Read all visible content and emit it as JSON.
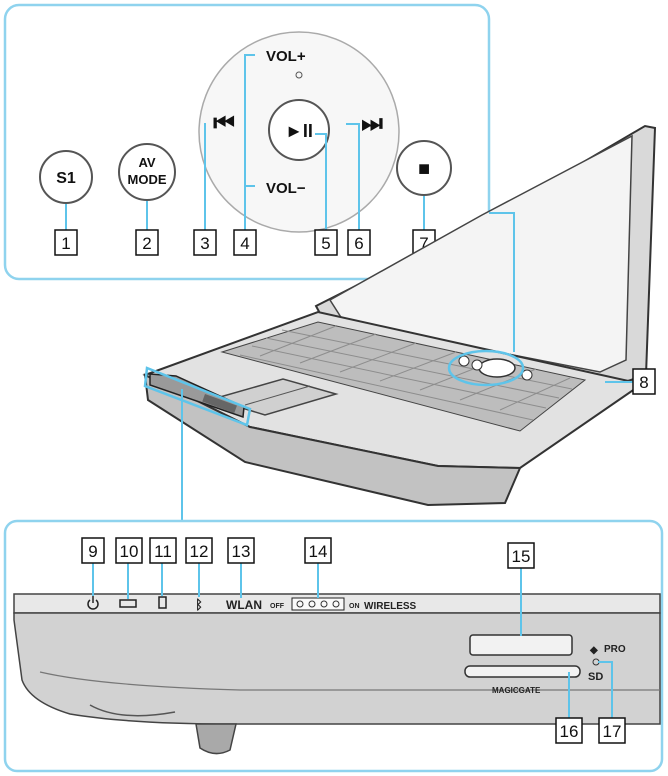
{
  "top_panel": {
    "buttons": {
      "s1": "S1",
      "av_mode_line1": "AV",
      "av_mode_line2": "MODE",
      "vol_up": "VOL+",
      "vol_down": "VOL−",
      "prev": "⏮",
      "play_pause": "►II",
      "next": "⏭",
      "stop": "■"
    },
    "callouts": [
      "1",
      "2",
      "3",
      "4",
      "5",
      "6",
      "7"
    ]
  },
  "laptop": {
    "callout": "8"
  },
  "bottom_panel": {
    "callouts": [
      "9",
      "10",
      "11",
      "12",
      "13",
      "14",
      "15",
      "16",
      "17"
    ],
    "labels": {
      "wlan": "WLAN",
      "off": "OFF",
      "on": "ON",
      "wireless": "WIRELESS",
      "pro": "PRO",
      "sd": "SD",
      "magicgate": "MAGICGATE"
    }
  },
  "colors": {
    "frame": "#8fd3ee",
    "line": "#5ec4ea",
    "ink": "#111111",
    "body_light": "#e6e6e6",
    "body_mid": "#bdbdbd",
    "body_dark": "#8a8a8a"
  }
}
